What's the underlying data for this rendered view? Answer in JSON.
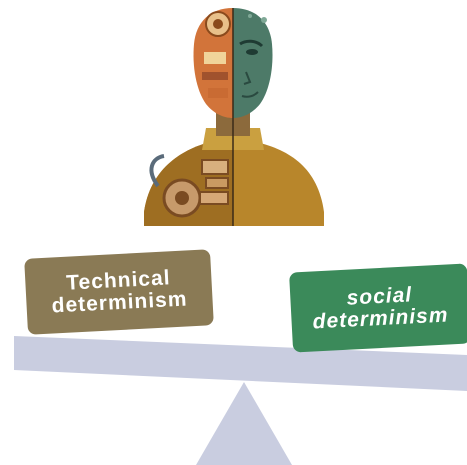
{
  "labels": {
    "technical": "Technical\ndeterminism",
    "social": "social\ndeterminism"
  },
  "colors": {
    "technical_box": "#8a7a55",
    "social_box": "#3b8a5a",
    "beam": "#c9cde0",
    "fulcrum": "#c9cde0"
  },
  "icons": {
    "figure": "half-human-half-robot-figure"
  }
}
